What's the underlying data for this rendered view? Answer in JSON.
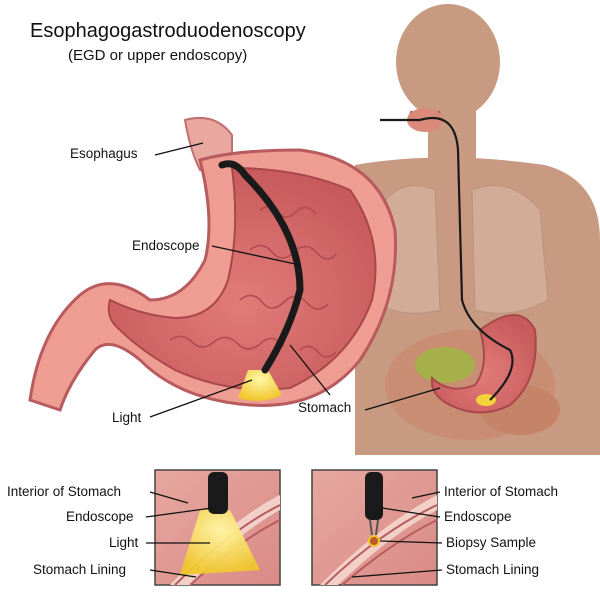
{
  "title": "Esophagogastroduodenoscopy",
  "subtitle": "(EGD or upper endoscopy)",
  "main_labels": {
    "esophagus": "Esophagus",
    "endoscope": "Endoscope",
    "light": "Light",
    "stomach": "Stomach"
  },
  "inset_left": {
    "interior": "Interior of Stomach",
    "endoscope": "Endoscope",
    "light": "Light",
    "lining": "Stomach Lining"
  },
  "inset_right": {
    "interior": "Interior of Stomach",
    "endoscope": "Endoscope",
    "biopsy": "Biopsy Sample",
    "lining": "Stomach Lining"
  },
  "colors": {
    "skin": "#c89a82",
    "stomach_outer": "#e88f86",
    "stomach_inner": "#d9706c",
    "light": "#f3d23a",
    "scope": "#1a1a1a"
  }
}
